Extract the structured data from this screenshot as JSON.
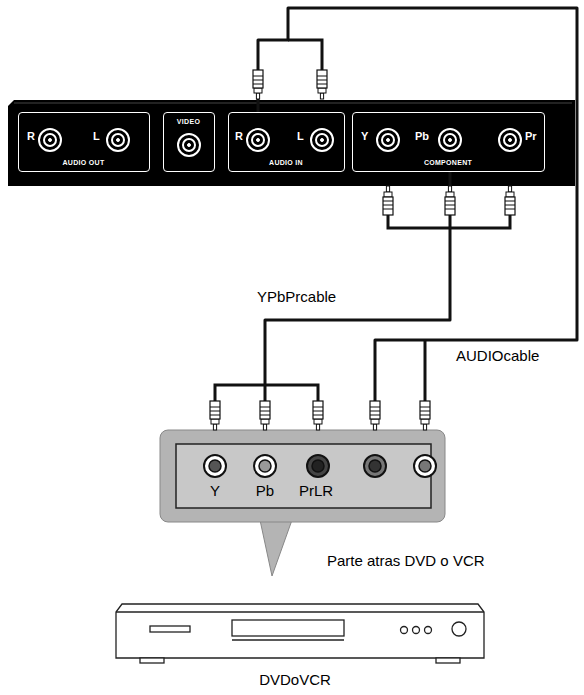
{
  "diagram": {
    "nodes": [
      {
        "text": [
          "R",
          "L",
          "AUDIO OUT"
        ]
      },
      {
        "text": [
          "VIDEO"
        ]
      },
      {
        "text": [
          "R",
          "L",
          "AUDIO IN"
        ]
      },
      {
        "text": [
          "Y",
          "Pb",
          "Pr",
          "COMPONENT"
        ]
      },
      {
        "text": [
          "Y",
          "Pb",
          "PrLR"
        ]
      }
    ],
    "edges": [
      {
        "from": 4,
        "to": 3,
        "label": "YPbPrcable",
        "arrow": "none"
      },
      {
        "from": 4,
        "to": 2,
        "label": "AUDIOcable",
        "arrow": "none"
      }
    ],
    "labels": [
      "Parte atras DVD o VCR",
      "DVDoVCR"
    ]
  }
}
